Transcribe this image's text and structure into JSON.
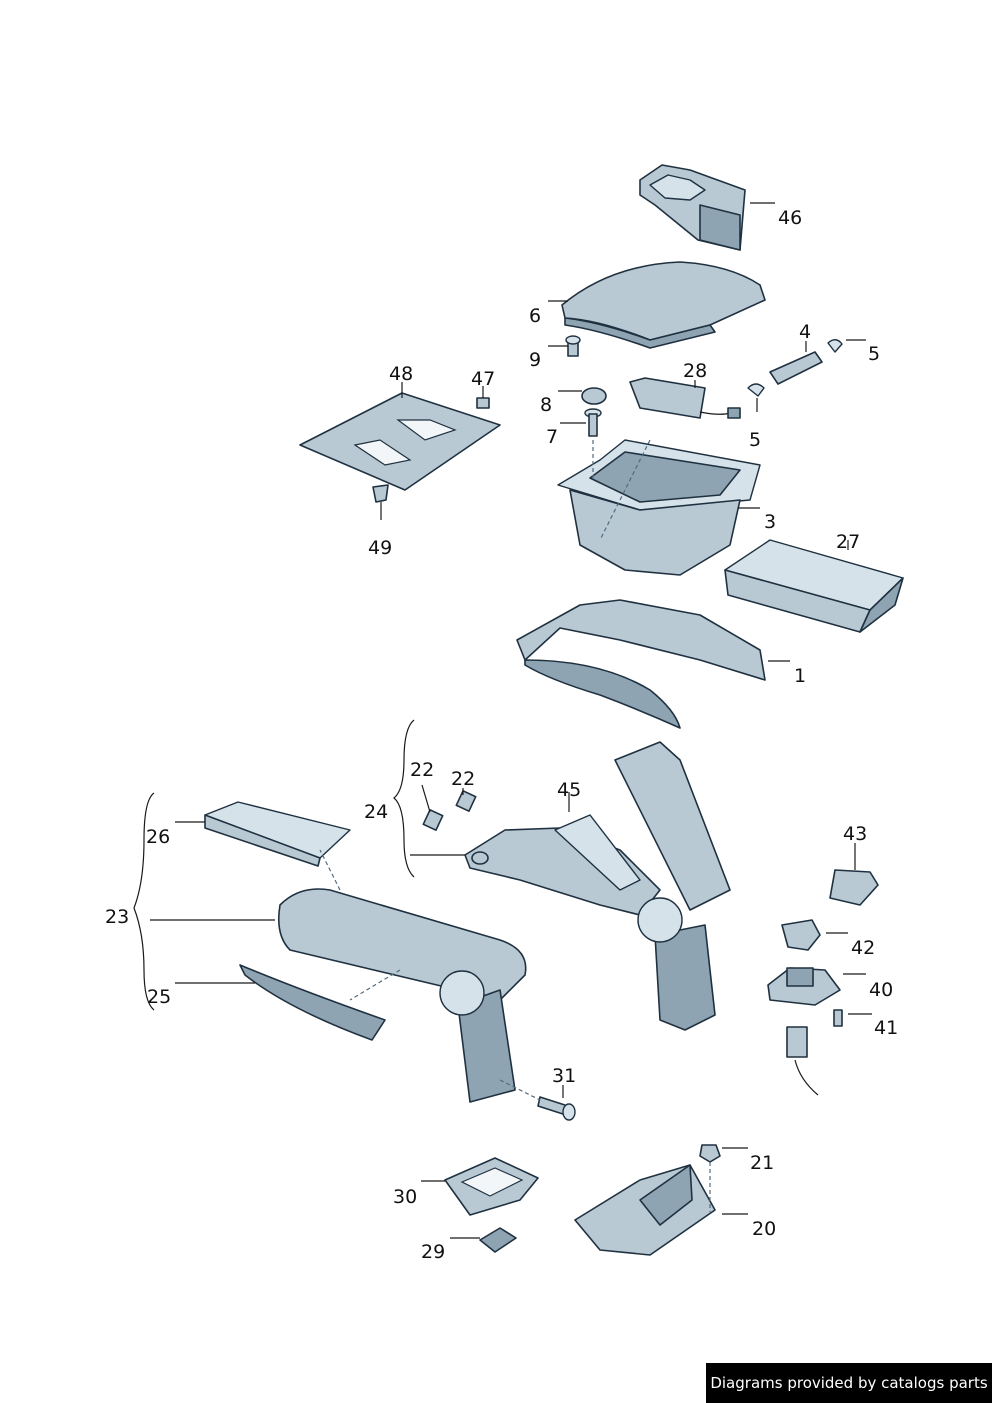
{
  "callouts": {
    "c1": "1",
    "c3": "3",
    "c4": "4",
    "c5a": "5",
    "c5b": "5",
    "c6": "6",
    "c7": "7",
    "c8": "8",
    "c9": "9",
    "c20": "20",
    "c21": "21",
    "c22a": "22",
    "c22b": "22",
    "c23": "23",
    "c24": "24",
    "c25": "25",
    "c26": "26",
    "c27": "27",
    "c28": "28",
    "c29": "29",
    "c30": "30",
    "c31": "31",
    "c40": "40",
    "c41": "41",
    "c42": "42",
    "c43": "43",
    "c45": "45",
    "c46": "46",
    "c47": "47",
    "c48": "48",
    "c49": "49"
  },
  "footer": {
    "text": "Diagrams provided by catalogs parts"
  }
}
